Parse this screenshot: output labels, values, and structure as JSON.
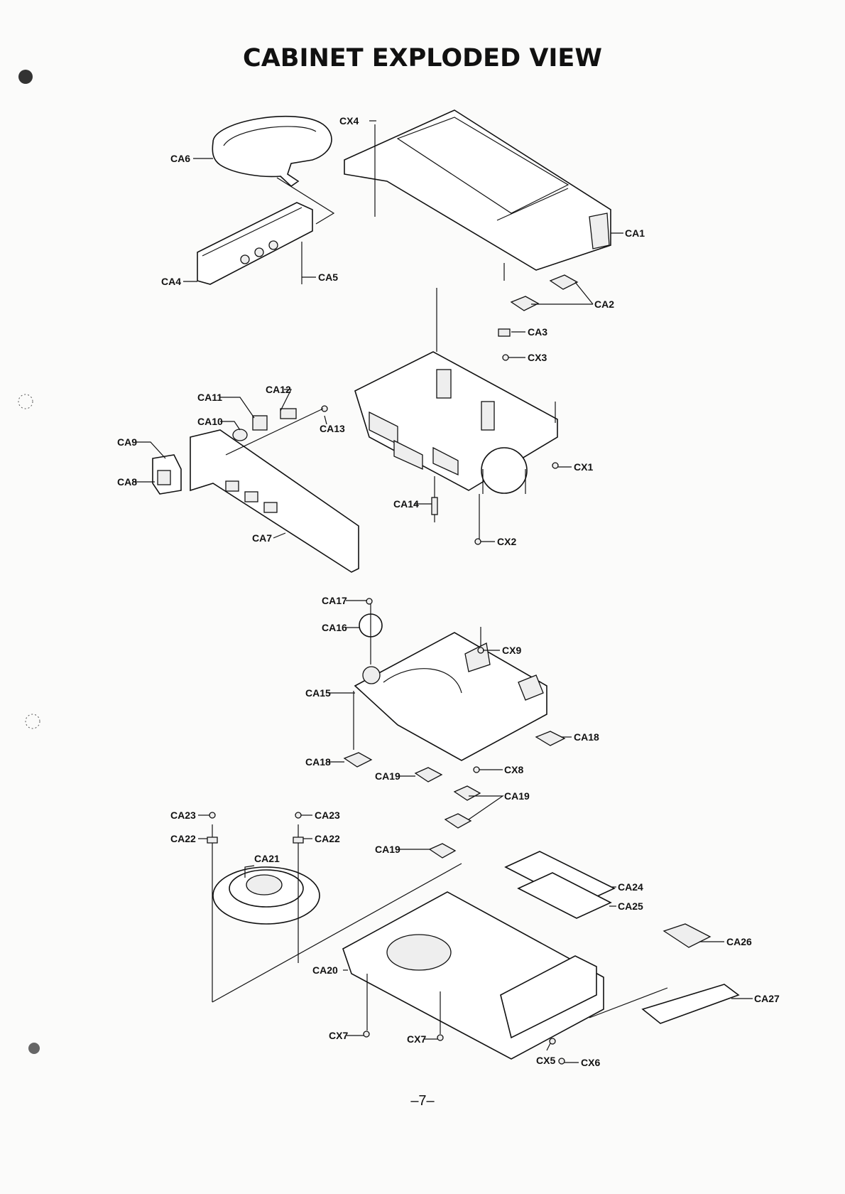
{
  "title": "CABINET EXPLODED VIEW",
  "page_number": "–7–",
  "labels": {
    "CA1": "CA1",
    "CA2": "CA2",
    "CA3": "CA3",
    "CA4": "CA4",
    "CA5": "CA5",
    "CA6": "CA6",
    "CA7": "CA7",
    "CA8": "CA8",
    "CA9": "CA9",
    "CA10": "CA10",
    "CA11": "CA11",
    "CA12": "CA12",
    "CA13": "CA13",
    "CA14": "CA14",
    "CA15": "CA15",
    "CA16": "CA16",
    "CA17": "CA17",
    "CA18": "CA18",
    "CA19": "CA19",
    "CA20": "CA20",
    "CA21": "CA21",
    "CA22": "CA22",
    "CA23": "CA23",
    "CA24": "CA24",
    "CA25": "CA25",
    "CA26": "CA26",
    "CA27": "CA27",
    "CX1": "CX1",
    "CX2": "CX2",
    "CX3": "CX3",
    "CX4": "CX4",
    "CX5": "CX5",
    "CX6": "CX6",
    "CX7": "CX7",
    "CX8": "CX8",
    "CX9": "CX9"
  }
}
